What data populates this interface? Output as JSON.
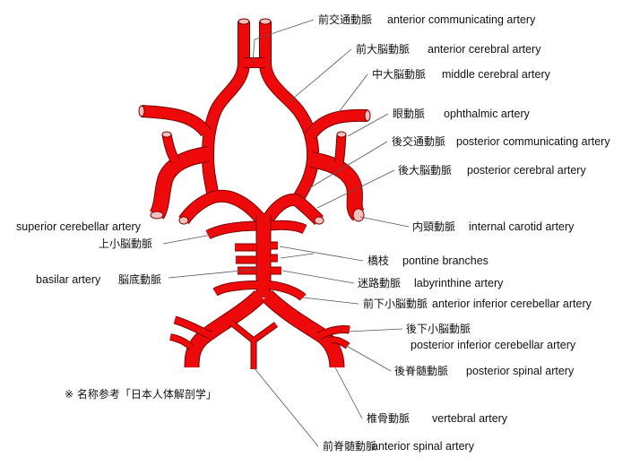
{
  "labels": {
    "acom": {
      "jp": "前交通動脈",
      "en": "anterior communicating artery"
    },
    "aca": {
      "jp": "前大脳動脈",
      "en": "anterior cerebral artery"
    },
    "mca": {
      "jp": "中大脳動脈",
      "en": "middle cerebral artery"
    },
    "ophthalmic": {
      "jp": "眼動脈",
      "en": "ophthalmic artery"
    },
    "pcom": {
      "jp": "後交通動脈",
      "en": "posterior communicating artery"
    },
    "pca": {
      "jp": "後大脳動脈",
      "en": "posterior cerebral artery"
    },
    "sca": {
      "jp": "上小脳動脈",
      "en": "superior cerebellar artery"
    },
    "ica": {
      "jp": "内頸動脈",
      "en": "internal carotid artery"
    },
    "pontine": {
      "jp": "橋枝",
      "en": "pontine branches"
    },
    "basilar": {
      "jp": "脳底動脈",
      "en": "basilar artery"
    },
    "labyrinthine": {
      "jp": "迷路動脈",
      "en": "labyrinthine artery"
    },
    "aica": {
      "jp": "前下小脳動脈",
      "en": "anterior inferior  cerebellar artery"
    },
    "pica": {
      "jp": "後下小脳動脈",
      "en": "posterior inferior cerebellar artery"
    },
    "psa": {
      "jp": "後脊髄動脈",
      "en": "posterior spinal artery"
    },
    "vertebral": {
      "jp": "椎骨動脈",
      "en": "vertebral artery"
    },
    "asa": {
      "jp": "前脊髄動脈",
      "en": "anterior spinal artery"
    }
  },
  "note": "※  名称参考「日本人体解剖学」",
  "colors": {
    "vessel": "#ee0a0a",
    "outline": "#7a0000"
  }
}
